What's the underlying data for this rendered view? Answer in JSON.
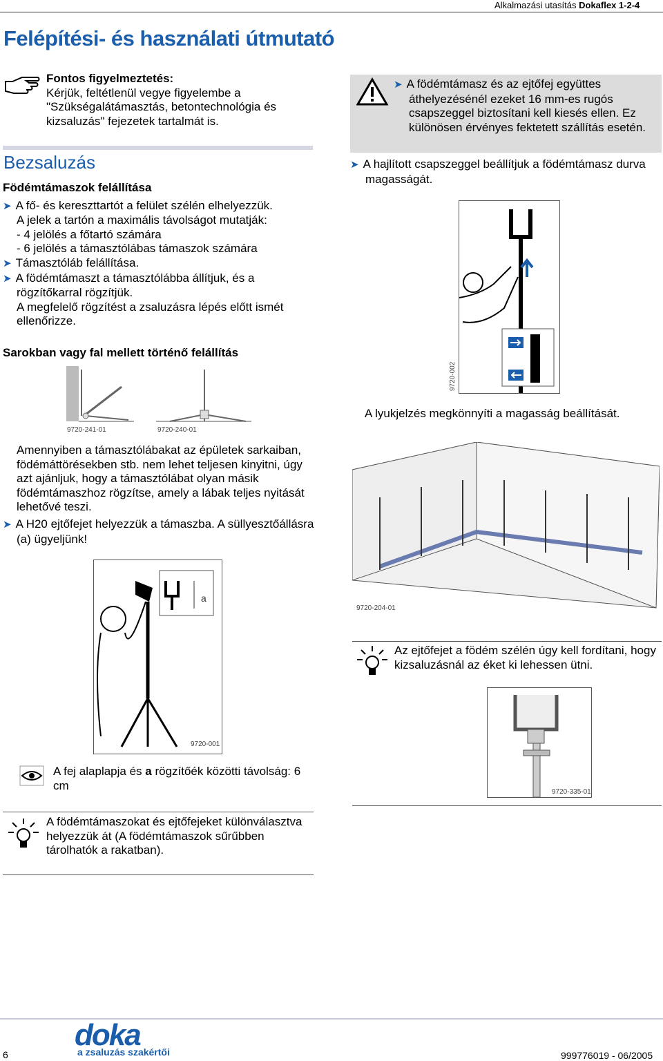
{
  "header": {
    "doc_title_prefix": "Alkalmazási utasítás",
    "doc_title_product": "Dokaflex 1-2-4"
  },
  "main_title": "Felépítési- és használati útmutató",
  "warning_note": {
    "icon": "pointing-hand-icon",
    "title": "Fontos figyelmeztetés:",
    "text": "Kérjük, feltétlenül vegye figyelembe a \"Szükségalátámasztás, betontechnológia és kizsaluzás\" fejezetek tartalmát is."
  },
  "section_title": "Bezsaluzás",
  "subsection1": {
    "heading": "Födémtámaszok felállítása",
    "step1": "A fő- és kereszttartót a felület szélén elhelyezzük.",
    "step1_detail": [
      "A jelek a tartón a maximális távolságot mutatják:",
      "- 4 jelölés a főtartó számára",
      "- 6 jelölés a támasztólábas támaszok számára"
    ],
    "step2": "Támasztóláb felállítása.",
    "step3": "A födémtámaszt a támasztólábba állítjuk, és a rögzítőkarral rögzítjük.",
    "step3_detail": "A megfelelő rögzítést a zsaluzásra lépés előtt ismét ellenőrizze."
  },
  "subsection2": {
    "heading": "Sarokban vagy fal mellett történő felállítás",
    "fig_codes": [
      "9720-241-01",
      "9720-240-01"
    ],
    "para": "Amennyiben a támasztólábakat az épületek sarkaiban, födémáttörésekben stb. nem lehet teljesen kinyitni, úgy azt ajánljuk, hogy a támasztólábat olyan másik födémtámaszhoz rögzítse, amely a lábak teljes nyitását lehetővé teszi.",
    "step": "A H20 ejtőfejet helyezzük a támaszba. A süllyesztőállásra (a) ügyeljünk!",
    "fig_code_person": "9720-001",
    "dimension_label": "a"
  },
  "eye_note": {
    "icon": "eye-icon",
    "text_before": "A fej alaplapja és ",
    "text_bold": "a",
    "text_after": " rögzítőék közötti távolság: 6 cm"
  },
  "bulb_note_left": {
    "icon": "lightbulb-icon",
    "text": "A födémtámaszokat és ejtőfejeket különválasztva helyezzük át (A födémtámaszok sűrűbben tárolhatók a rakatban)."
  },
  "right_warning": {
    "icon": "warning-triangle-icon",
    "text": "A födémtámasz és az ejtőfej együttes áthelyezésénél ezeket 16 mm-es rugós csapszeggel biztosítani kell kiesés ellen. Ez különösen érvényes fektetett szállítás esetén."
  },
  "right_step": "A hajlított csapszeggel beállítjuk a födémtámasz durva magasságát.",
  "fig_code_adjust": "9720-002",
  "caption_adjust": "A lyukjelzés megkönnyíti a magasság beállítását.",
  "fig_code_room": "9720-204-01",
  "bulb_note_right": {
    "icon": "lightbulb-icon",
    "text": "Az ejtőfejet a födém szélén úgy kell fordítani, hogy kizsaluzásnál az éket ki lehessen ütni."
  },
  "fig_code_head": "9720-335-01",
  "footer": {
    "page_number": "6",
    "logo_text": "doka",
    "logo_tagline": "a zsaluzás szakértői",
    "doc_number": "999776019 - 06/2005"
  },
  "colors": {
    "accent": "#1a5dab",
    "rule": "#d4d6e4",
    "note_bg": "#dcdcdc"
  }
}
